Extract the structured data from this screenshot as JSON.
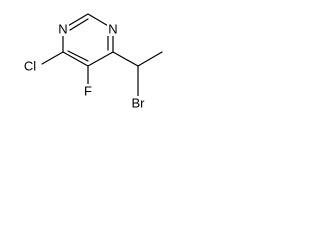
{
  "molecule": {
    "atoms": {
      "n1": "N",
      "n3": "N",
      "cl": "Cl",
      "f": "F",
      "br": "Br"
    }
  }
}
